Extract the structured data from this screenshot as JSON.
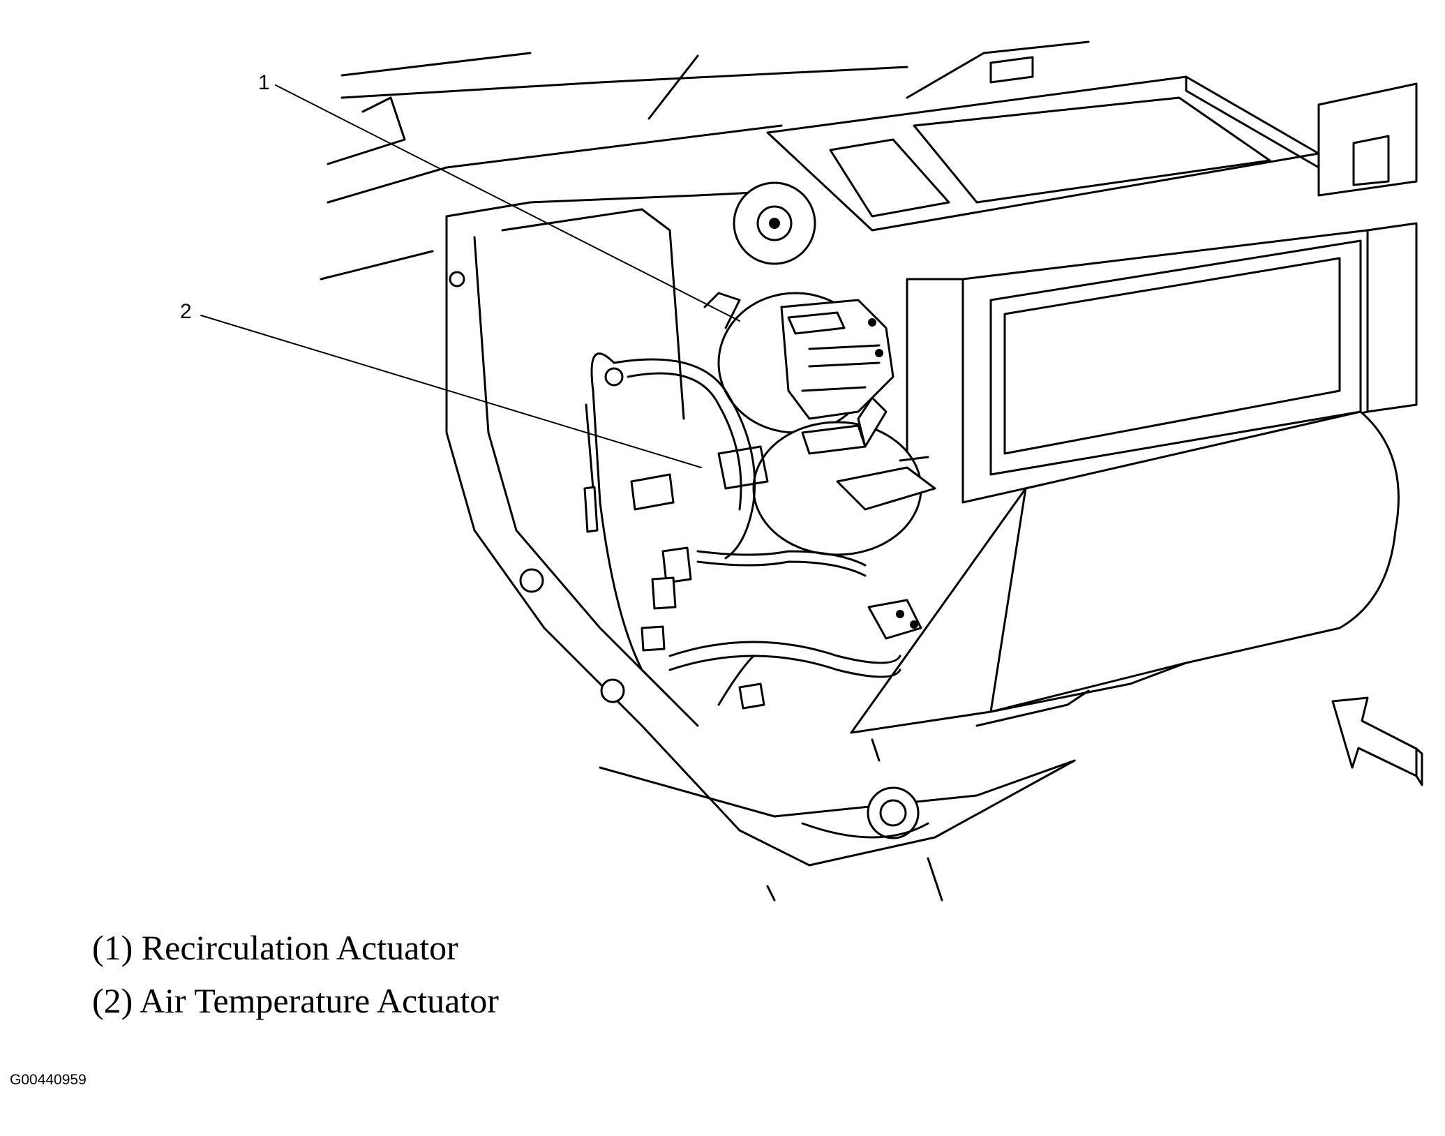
{
  "callouts": [
    {
      "number": "1"
    },
    {
      "number": "2"
    }
  ],
  "legend": [
    {
      "text": "(1) Recirculation Actuator"
    },
    {
      "text": "(2) Air Temperature Actuator"
    }
  ],
  "figure_id": "G00440959",
  "icons": {
    "view_arrow": "view-direction-arrow-icon"
  }
}
